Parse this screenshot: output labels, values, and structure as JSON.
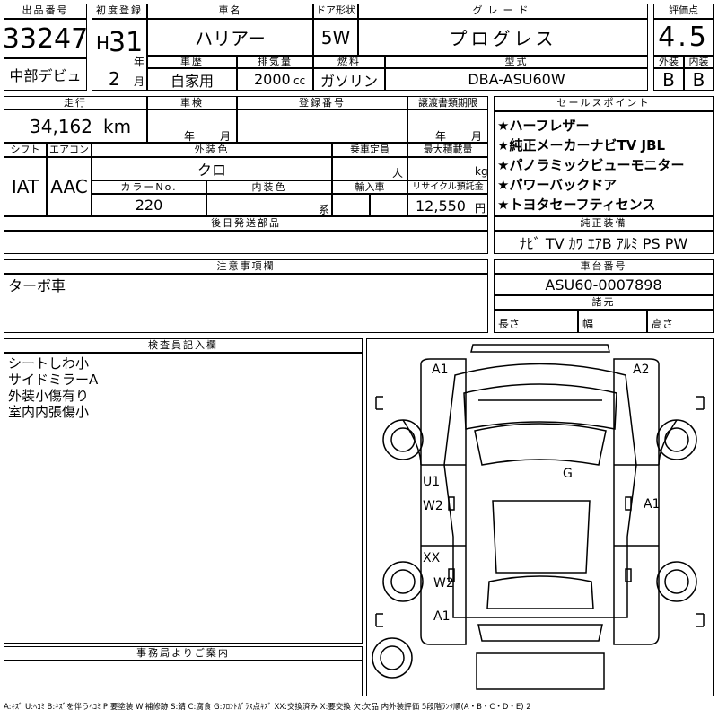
{
  "header": {
    "lot_label": "出品番号",
    "lot_number": "33247",
    "first_reg_label": "初度登録",
    "era": "H",
    "year": "31",
    "year_unit": "年",
    "month": "2",
    "month_unit": "月",
    "debut": "中部デビュ",
    "car_name_label": "車名",
    "car_name": "ハリアー",
    "door_label": "ドア形状",
    "door": "5W",
    "grade_label": "グレード",
    "grade": "プログレス",
    "score_label": "評価点",
    "score": "4.5",
    "history_label": "車歴",
    "history": "自家用",
    "displacement_label": "排気量",
    "displacement": "2000",
    "displacement_unit": "cc",
    "fuel_label": "燃料",
    "fuel": "ガソリン",
    "model_label": "型式",
    "model": "DBA-ASU60W",
    "exterior_label": "外装",
    "exterior_grade": "B",
    "interior_label": "内装",
    "interior_grade": "B"
  },
  "row2": {
    "mileage_label": "走行",
    "mileage": "34,162",
    "mileage_unit": "km",
    "inspection_label": "車検",
    "year_unit": "年",
    "month_unit": "月",
    "regno_label": "登録番号",
    "transfer_label": "譲渡書類期限",
    "shift_label": "シフト",
    "shift": "IAT",
    "ac_label": "エアコン",
    "ac": "AAC",
    "ext_color_label": "外装色",
    "ext_color": "クロ",
    "capacity_label": "乗車定員",
    "capacity_unit": "人",
    "maxload_label": "最大積載量",
    "maxload_unit": "kg",
    "color_no_label": "カラーNo.",
    "color_no": "220",
    "int_color_label": "内装色",
    "int_color_unit": "系",
    "import_label": "輸入車",
    "recycle_label": "リサイクル預託金",
    "recycle": "12,550",
    "recycle_unit": "円",
    "later_parts_label": "後日発送部品"
  },
  "sales": {
    "label": "セールスポイント",
    "points": [
      "★ハーフレザー",
      "★純正メーカーナビTV JBL",
      "★パノラミックビューモニター",
      "★パワーバックドア",
      "★トヨタセーフティセンス"
    ],
    "equip_label": "純正装備",
    "equip": "ﾅﾋﾞ TV ｶﾜ ｴｱB ｱﾙﾐ PS PW"
  },
  "notes": {
    "label": "注意事項欄",
    "text": "ターボ車"
  },
  "chassis": {
    "label": "車台番号",
    "number": "ASU60-0007898",
    "spec_label": "諸元",
    "length_label": "長さ",
    "width_label": "幅",
    "height_label": "高さ"
  },
  "inspector": {
    "label": "検査員記入欄",
    "lines": [
      "シートしわ小",
      "サイドミラーA",
      "外装小傷有り",
      "室内内張傷小"
    ]
  },
  "office": {
    "label": "事務局よりご案内"
  },
  "diagram": {
    "marks": [
      "A1",
      "A2",
      "U1",
      "W2",
      "XX",
      "W2",
      "A1",
      "G",
      "A1"
    ]
  },
  "legend": "A:ｷｽﾞ U:ﾍｺﾐ B:ｷｽﾞを伴うﾍｺﾐ P:要塗装 W:補修跡 S:錆 C:腐食 G:ﾌﾛﾝﾄｶﾞﾗｽ点ｷｽﾞ XX:交換済み X:要交換 欠:欠品 内外装評価 5段階ﾗﾝｸ順(A・B・C・D・E) 2"
}
